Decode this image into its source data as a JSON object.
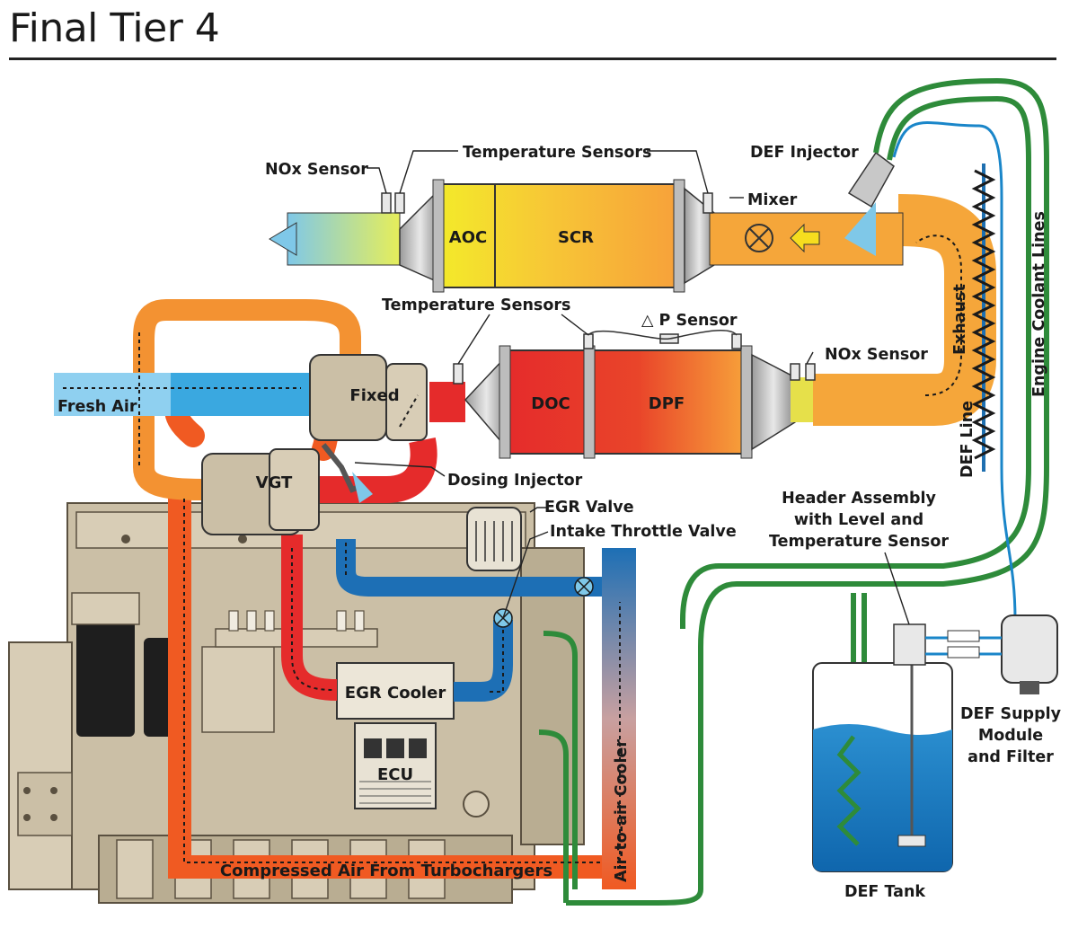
{
  "title": "Final Tier 4",
  "labels": {
    "nox_sensor_top": "NOx Sensor",
    "temp_sensors_top": "Temperature Sensors",
    "def_injector": "DEF Injector",
    "mixer": "Mixer",
    "aoc": "AOC",
    "scr": "SCR",
    "temp_sensors_mid": "Temperature Sensors",
    "dp_sensor": "△ P Sensor",
    "nox_sensor_mid": "NOx Sensor",
    "exhaust": "Exhaust",
    "engine_coolant_lines": "Engine Coolant Lines",
    "def_line": "DEF Line",
    "fresh_air": "Fresh Air",
    "fixed": "Fixed",
    "doc": "DOC",
    "dpf": "DPF",
    "vgt": "VGT",
    "dosing_injector": "Dosing Injector",
    "egr_valve": "EGR Valve",
    "intake_throttle_valve": "Intake Throttle Valve",
    "header_line1": "Header Assembly",
    "header_line2": "with Level and",
    "header_line3": "Temperature Sensor",
    "egr_cooler": "EGR Cooler",
    "ecu": "ECU",
    "def_supply_line1": "DEF Supply",
    "def_supply_line2": "Module",
    "def_supply_line3": "and Filter",
    "air_to_air_cooler": "Air-to-air Cooler",
    "compressed_air": "Compressed Air From Turbochargers",
    "def_tank": "DEF Tank"
  },
  "colors": {
    "exhaust_orange": "#f5a63a",
    "hot_red": "#e52b2b",
    "compressed_orange": "#f05a22",
    "fresh_blue": "#3aa8e0",
    "egr_blue": "#1d6fb5",
    "coolant_green": "#2e8b3a",
    "def_blue": "#1a86c9",
    "engine_tan": "#cbbfa6"
  }
}
